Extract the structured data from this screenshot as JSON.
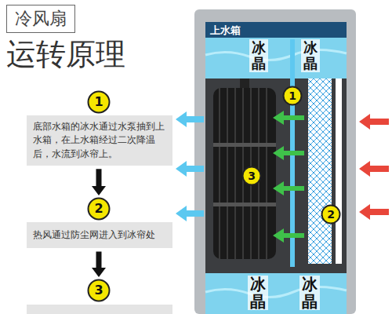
{
  "diagram": {
    "title": "运转原理",
    "nodes": [
      {
        "text": [
          "冷风扇"
        ]
      },
      {
        "text": [
          "1"
        ]
      },
      {
        "text": [
          "底部水箱的冰水通过水泵抽到上水箱，在上水箱经过二次降温后，水流到冰帘上。"
        ]
      },
      {
        "text": [
          "2"
        ]
      },
      {
        "text": [
          "热风通过防尘网进入到冰帘处"
        ]
      },
      {
        "text": [
          "3"
        ]
      },
      {
        "text": [
          "1"
        ]
      },
      {
        "text": [
          "3"
        ]
      },
      {
        "text": [
          "2"
        ]
      }
    ],
    "edges": [
      {
        "from": 2,
        "to": 3,
        "arrow": "to"
      },
      {
        "from": 4,
        "to": 5,
        "arrow": "to"
      }
    ],
    "labels": [
      "上水箱",
      "冰晶",
      "冰晶",
      "冰晶",
      "冰晶"
    ]
  }
}
